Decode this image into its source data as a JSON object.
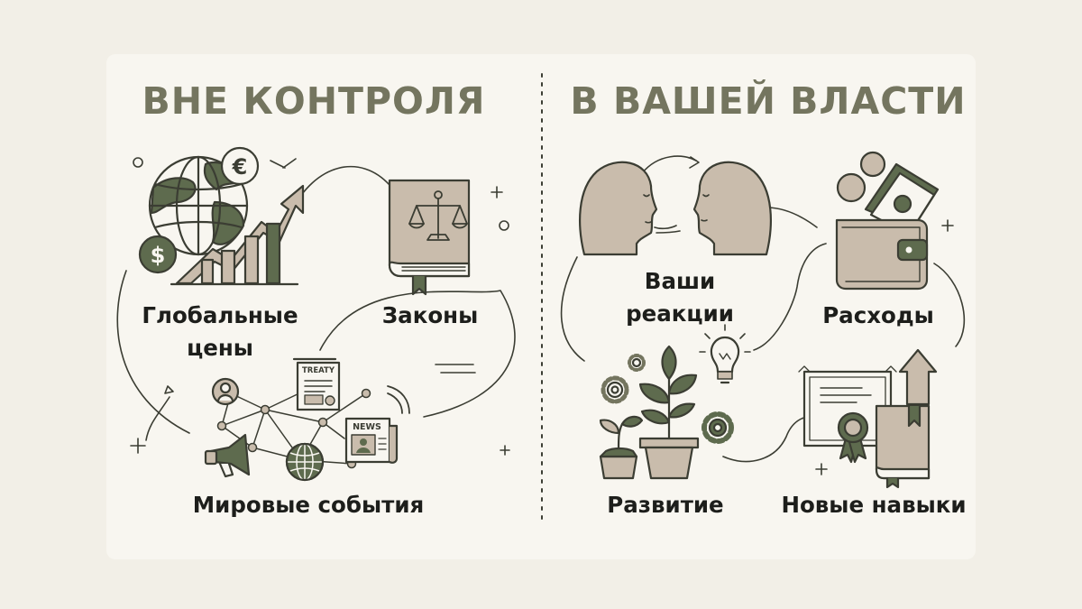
{
  "left_panel": {
    "title": "ВНЕ КОНТРОЛЯ",
    "items": [
      {
        "label_lines": [
          "Глобальные",
          "цены"
        ]
      },
      {
        "label_lines": [
          "Законы"
        ]
      },
      {
        "label_lines": [
          "Мировые события"
        ]
      }
    ],
    "doc_tags": {
      "treaty": "TREATY",
      "news": "NEWS"
    },
    "currency_symbols": {
      "euro": "€",
      "dollar": "$"
    }
  },
  "right_panel": {
    "title": "В ВАШЕЙ ВЛАСТИ",
    "items": [
      {
        "label_lines": [
          "Ваши",
          "реакции"
        ]
      },
      {
        "label_lines": [
          "Расходы"
        ]
      },
      {
        "label_lines": [
          "Развитие"
        ]
      },
      {
        "label_lines": [
          "Новые навыки"
        ]
      }
    ]
  },
  "colors": {
    "heading": "#74755f",
    "ink": "#3b3d33",
    "olive_dark": "#5e6b4e",
    "beige": "#c9bcac",
    "background": "#f2efe7"
  },
  "icons": [
    "globe-icon",
    "euro-coin-icon",
    "dollar-coin-icon",
    "rising-chart-icon",
    "law-book-icon",
    "scales-icon",
    "network-icon",
    "megaphone-icon",
    "treaty-document-icon",
    "news-paper-icon",
    "face-profile-left-icon",
    "face-profile-right-icon",
    "wallet-icon",
    "banknote-icon",
    "coins-icon",
    "potted-plant-icon",
    "seedling-icon",
    "gear-icon",
    "lightbulb-icon",
    "certificate-icon",
    "medal-icon",
    "book-icon",
    "arrow-up-icon"
  ]
}
